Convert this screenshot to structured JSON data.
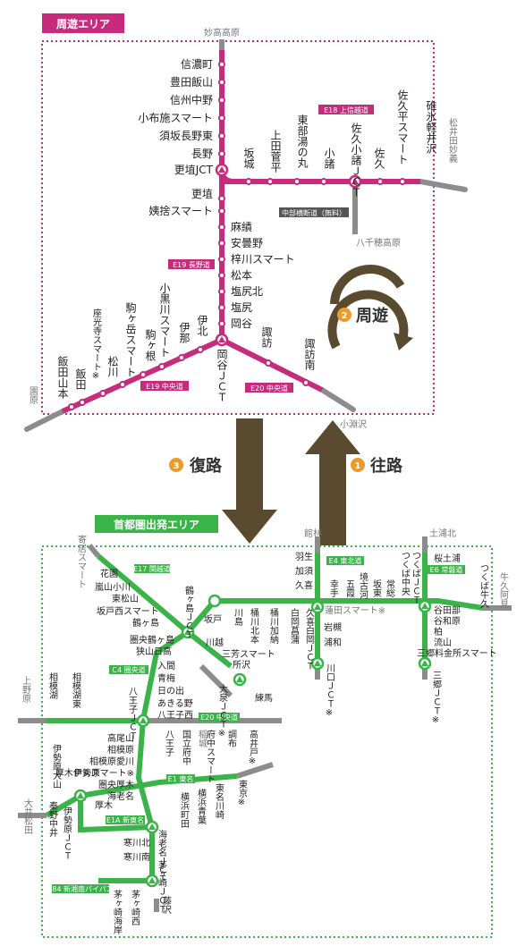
{
  "colors": {
    "shuyu": "#c72c7c",
    "metro": "#3ab449",
    "arrow": "#5a4a2f",
    "orange": "#eb9a2c",
    "gray": "#8c8c8c"
  },
  "shuyu_area": {
    "title": "周遊エリア",
    "endpoints": {
      "myoko": "妙高高原",
      "usui": "碓氷軽井沢",
      "matsuida": "松井田妙義",
      "yachiho": "八千穂高原",
      "sonohara": "園原",
      "kobuchizawa": "小淵沢"
    },
    "line_labels": {
      "e18": "E18 上信越道",
      "e19n": "E19 長野道",
      "e19c": "E19 中央道",
      "e20": "E20 中央道",
      "chubu": "中部横断道（無料）"
    },
    "joshinetsu_north": [
      "信濃町",
      "豊田飯山",
      "信州中野",
      "小布施スマート",
      "須坂長野東",
      "長野"
    ],
    "koshoku_jct": "更埴JCT",
    "koshoku": "更埴",
    "obasute": "姨捨スマート",
    "nagano_do": [
      "麻績",
      "安曇野",
      "梓川スマート",
      "松本",
      "塩尻北",
      "塩尻",
      "岡谷"
    ],
    "okaya_jct": "岡谷ＪＣＴ",
    "joshinetsu_east": [
      "坂城",
      "上田菅平",
      "東部湯の丸",
      "小諸",
      "佐久小諸ＪＣＴ",
      "佐久",
      "佐久平スマート"
    ],
    "chuo_east": [
      "諏訪",
      "諏訪南"
    ],
    "chuo_west": [
      "伊北",
      "伊那",
      "駒ヶ根",
      "小黒川スマート",
      "駒ヶ岳スマート",
      "松川",
      "座光寺スマート※",
      "飯田",
      "飯田山本"
    ]
  },
  "center": {
    "loop_label": "周遊",
    "loop_num": "2",
    "return_label": "復路",
    "return_num": "3",
    "outbound_label": "往路",
    "outbound_num": "1"
  },
  "metro_area": {
    "title": "首都圏出発エリア",
    "line_labels": {
      "e17": "E17 関越道",
      "e4": "E4 東北道",
      "e6": "E6 常磐道",
      "c4": "C4 圏央道",
      "e20": "E20 中央道",
      "e1": "E1 東名",
      "e1a": "E1A 新東名",
      "e84": "E84 新湘南バイパス"
    },
    "endpoints": {
      "ueno": "上野原",
      "oi": "大井松田",
      "tatebayashi": "館林",
      "tsuchiura": "土浦北",
      "ushiku": "牛久阿見",
      "yorii": "寄居スマート"
    },
    "kanetsu": [
      "花園",
      "嵐山小川",
      "東松山",
      "坂戸西スマート",
      "鶴ヶ島"
    ],
    "kanetsu_south": [
      "坂戸",
      "川越",
      "三芳スマート",
      "所沢",
      "大泉ＪＣＴ※",
      "練馬"
    ],
    "tsurugashima_jct": "鶴ヶ島ＪＣＴ",
    "kenodo_n": [
      "川島",
      "桶川北本",
      "桶川加納",
      "白岡菖蒲",
      "久喜白岡ＪＣＴ"
    ],
    "kenodo_e": [
      "幸手",
      "五霞",
      "境古河",
      "坂東",
      "常総",
      "つくば中央",
      "つくばＪＣＴ",
      "つくば牛久"
    ],
    "tohoku": [
      "羽生",
      "加須",
      "久喜",
      "岩槻",
      "浦和"
    ],
    "kawaguchi_jct": "川口ＪＣＴ※",
    "kenodo_w": [
      "圏央鶴ヶ島",
      "狭山日高",
      "入間",
      "青梅",
      "日の出",
      "あきる野",
      "八王子西"
    ],
    "hachioji_jct": "八王子ＪＣＴ",
    "chuo": [
      "相模湖",
      "相模湖東",
      "八王子",
      "国立府中",
      "稲城",
      "府中スマート",
      "調布",
      "高井戸※"
    ],
    "kenodo_s": [
      "高尾山",
      "相模原",
      "相模原愛川",
      "厚木ＰＡスマート※",
      "圏央厚木",
      "海老名"
    ],
    "ebina_jct": "海老名ＪＣＴ",
    "tomei": [
      "厚木",
      "横浜町田",
      "横浜青葉",
      "東名川崎",
      "東京※"
    ],
    "shintomei": [
      "伊勢原大山",
      "秦野中井",
      "伊勢原ＪＣＴ",
      "伊勢原"
    ],
    "kenodo_s2": [
      "寒川北",
      "寒川南",
      "茅ヶ崎ＪＣＴ",
      "茅ヶ崎西",
      "茅ヶ崎海岸",
      "藤沢"
    ],
    "joban": [
      "桜土浦",
      "谷田部",
      "谷和原",
      "柏",
      "流山",
      "三郷料金所スマート"
    ],
    "misato_jct": "三郷ＪＣＴ※",
    "kuki_smart": "蓮田スマート※"
  }
}
